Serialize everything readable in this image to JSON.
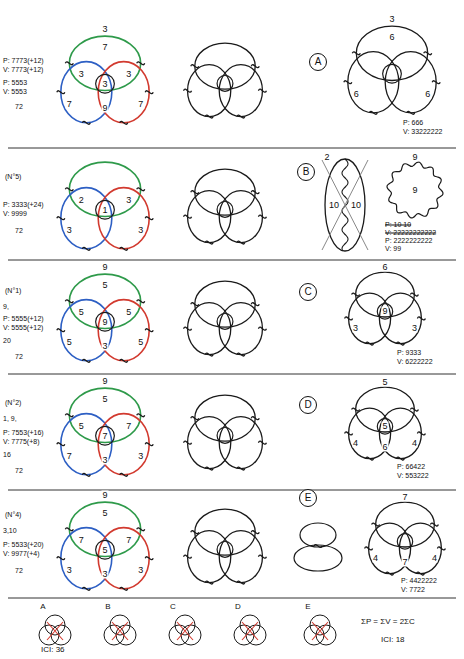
{
  "diagram": {
    "nodes": [
      {
        "text": [
          "A"
        ]
      },
      {
        "text": [
          "B"
        ]
      },
      {
        "text": [
          "C"
        ]
      },
      {
        "text": [
          "D"
        ]
      },
      {
        "text": [
          "E"
        ]
      }
    ],
    "labels": [
      "3",
      "7",
      "3",
      "3",
      "7",
      "7",
      "9",
      "3",
      "P: 7773(+12)",
      "V: 7773(+12)",
      "P: 5553",
      "V: 5553",
      "72",
      "3",
      "6",
      "6",
      "6",
      "P: 666",
      "V: 33222222",
      "(N°5)",
      "2",
      "3",
      "3",
      "3",
      "1",
      "P: 3333(+24)",
      "V: 9999",
      "72",
      "2",
      "10",
      "10",
      "9",
      "9",
      "P: 10 10",
      "V: 22222222222",
      "P: 2222222222",
      "V: 99",
      "(N°1)",
      "9",
      "5",
      "5",
      "5",
      "9",
      "5",
      "5",
      "3",
      "9,",
      "P: 5555(+12)",
      "V: 5555(+12)",
      "20",
      "72",
      "6",
      "3",
      "3",
      "9",
      "P: 9333",
      "V: 6222222",
      "(N°2)",
      "9",
      "5",
      "5",
      "7",
      "7",
      "7",
      "3",
      "3",
      "1, 9,",
      "P: 7553(+16)",
      "V: 7775(+8)",
      "16",
      "72",
      "5",
      "4",
      "5",
      "4",
      "6",
      "P: 66422",
      "V: 553222",
      "(N°4)",
      "9",
      "5",
      "7",
      "7",
      "5",
      "3",
      "3",
      "3",
      "3,10",
      "P: 5533(+20)",
      "V: 9977(+4)",
      "72",
      "7",
      "4",
      "4",
      "7",
      "P: 4422222",
      "V: 7722",
      "A",
      "B",
      "C",
      "D",
      "E",
      "ICI: 36",
      "ΣP = ΣV = 2ΣC",
      "ICI: 18"
    ]
  }
}
